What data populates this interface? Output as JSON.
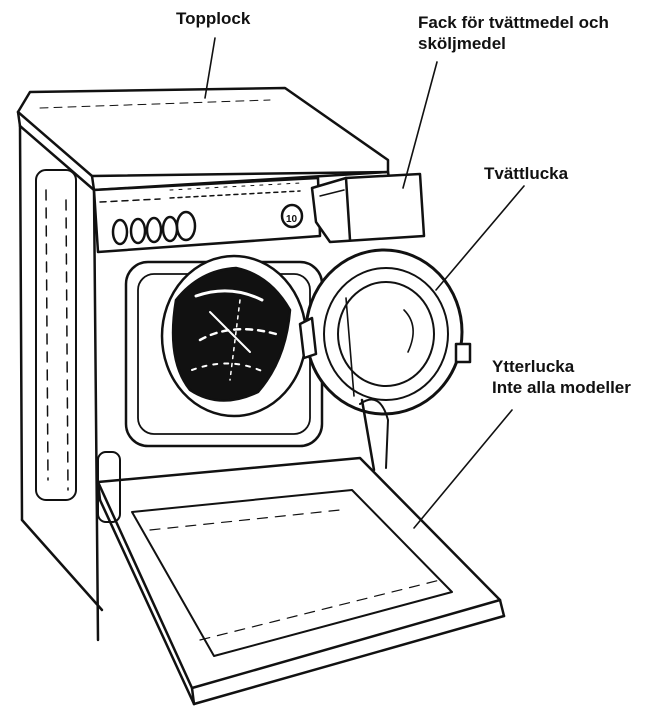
{
  "labels": {
    "topplock": "Topplock",
    "fack_line1": "Fack för tvättmedel och",
    "fack_line2": "sköljmedel",
    "tvattlucka": "Tvättlucka",
    "ytterlucka_line1": "Ytterlucka",
    "ytterlucka_line2": "Inte alla modeller"
  },
  "panel": {
    "program_dial": "10"
  },
  "colors": {
    "ink": "#111111",
    "background": "#ffffff"
  }
}
